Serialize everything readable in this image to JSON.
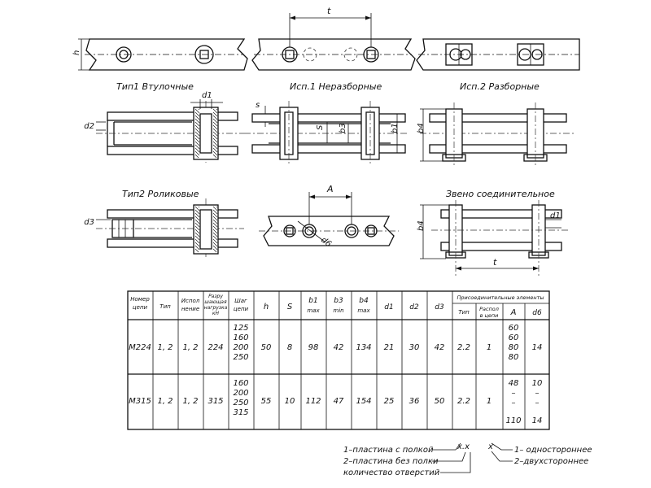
{
  "captions": {
    "type1": "Тип1 Втулочные",
    "exec1": "Исп.1 Неразборные",
    "exec2": "Исп.2 Разборные",
    "type2": "Тип2 Роликовые",
    "connecting": "Звено соединительное"
  },
  "dims": {
    "h": "h",
    "t": "t",
    "d1": "d1",
    "d2": "d2",
    "d3": "d3",
    "d6": "d6",
    "s": "s",
    "S": "S",
    "b3": "b3",
    "b1": "b1",
    "b4": "b4",
    "A": "A"
  },
  "table": {
    "headers": {
      "number": [
        "Номер",
        "цепи"
      ],
      "type": [
        "Тип"
      ],
      "exec": [
        "Испол",
        "нение"
      ],
      "load": [
        "Разру",
        "шающая",
        "нагрузка",
        "кН"
      ],
      "pitch": [
        "Шаг",
        "цепи"
      ],
      "h": [
        "h"
      ],
      "S": [
        "S"
      ],
      "b1": [
        "b1",
        "max"
      ],
      "b3": [
        "b3",
        "min"
      ],
      "b4": [
        "b4",
        "max"
      ],
      "d1": [
        "d1"
      ],
      "d2": [
        "d2"
      ],
      "d3": [
        "d3"
      ],
      "group": "Присоединительные элементы",
      "sub_type": [
        "Тип"
      ],
      "sub_layout": [
        "Распол",
        "в цепи"
      ],
      "sub_A": [
        "A"
      ],
      "sub_d6": [
        "d6"
      ]
    },
    "rows": [
      {
        "number": "М224",
        "type": "1, 2",
        "exec": "1, 2",
        "load": "224",
        "pitch": [
          "125",
          "160",
          "200",
          "250"
        ],
        "h": "50",
        "S": "8",
        "b1": "98",
        "b3": "42",
        "b4": "134",
        "d1": "21",
        "d2": "30",
        "d3": "42",
        "sub_type": "2.2",
        "sub_layout": "1",
        "sub_A": [
          "60",
          "60",
          "80",
          "80"
        ],
        "sub_d6": [
          "14"
        ]
      },
      {
        "number": "М315",
        "type": "1, 2",
        "exec": "1, 2",
        "load": "315",
        "pitch": [
          "160",
          "200",
          "250",
          "315"
        ],
        "h": "55",
        "S": "10",
        "b1": "112",
        "b3": "47",
        "b4": "154",
        "d1": "25",
        "d2": "36",
        "d3": "50",
        "sub_type": "2.2",
        "sub_layout": "1",
        "sub_A": [
          "48",
          "–",
          "–",
          "110"
        ],
        "sub_d6": [
          "10",
          "–",
          "–",
          "14"
        ]
      }
    ]
  },
  "legend": {
    "left": [
      "1–пластина с полкой",
      "2–пластина без полки",
      "количество отверстий"
    ],
    "right": [
      "1– одностороннее",
      "2–двухстороннее"
    ],
    "mark_left": "х.х",
    "mark_right": "х"
  }
}
